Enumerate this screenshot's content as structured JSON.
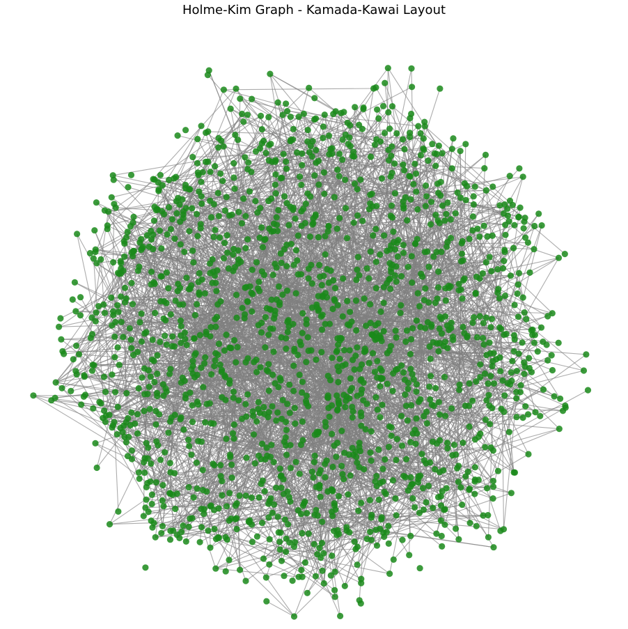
{
  "figure": {
    "title": "Holme-Kim Graph - Kamada-Kawai Layout"
  },
  "graph": {
    "layout": "kamada-kawai",
    "node_color": "#1a8a1a",
    "edge_color": "#808080",
    "node_opacity": 0.85,
    "edge_opacity": 0.65
  }
}
